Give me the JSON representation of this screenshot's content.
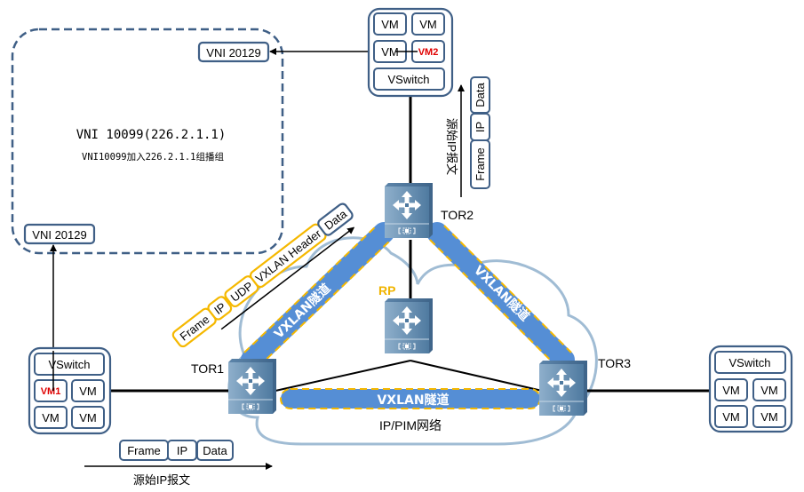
{
  "diagram": {
    "title": "VXLAN multicast flood via IP/PIM network",
    "vni_group": {
      "title": "VNI 10099(226.2.1.1)",
      "subtitle": "VNI10099加入226.2.1.1组播组",
      "vni_left": "VNI 20129",
      "vni_right": "VNI 20129"
    },
    "hosts": {
      "left": {
        "vswitch": "VSwitch",
        "vms": [
          "VM1",
          "VM",
          "VM",
          "VM"
        ],
        "highlight": "VM1"
      },
      "top": {
        "vswitch": "VSwitch",
        "vms": [
          "VM",
          "VM",
          "VM",
          "VM2"
        ],
        "highlight": "VM2"
      },
      "right": {
        "vswitch": "VSwitch",
        "vms": [
          "VM",
          "VM",
          "VM",
          "VM"
        ]
      }
    },
    "switches": {
      "tor1": "TOR1",
      "tor2": "TOR2",
      "tor3": "TOR3",
      "rp": "RP"
    },
    "tunnels": {
      "left": "VXLAN隧道",
      "right": "VXLAN隧道",
      "bottom": "VXLAN隧道"
    },
    "network_label": "IP/PIM网络",
    "packets": {
      "original_bottom": {
        "fields": [
          "Frame",
          "IP",
          "Data"
        ],
        "caption": "源始IP报文"
      },
      "original_top": {
        "fields": [
          "Frame",
          "IP",
          "Data"
        ],
        "caption": "源始IP报文"
      },
      "encapsulated": {
        "fields": [
          "Frame",
          "IP",
          "UDP",
          "VXLAN Header",
          "Data"
        ]
      }
    },
    "colors": {
      "box_stroke": "#3f5f86",
      "tunnel_fill": "#558ed5",
      "tunnel_dash": "#f5b800",
      "encap_stroke": "#f5b800",
      "rp_label": "#f0b400",
      "vm_highlight": "#e00000",
      "cloud_stroke": "#7fa3c3"
    }
  }
}
